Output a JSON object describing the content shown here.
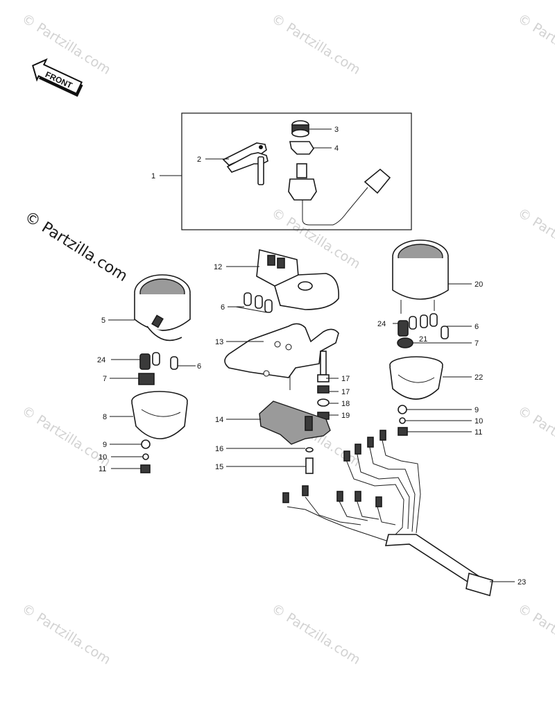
{
  "front_label": "FRONT",
  "watermark_main": "© Partzilla.com",
  "watermark_repeat": "© Partzilla.com",
  "callouts": {
    "c1": "1",
    "c2": "2",
    "c3": "3",
    "c4": "4",
    "c5": "5",
    "c6a": "6",
    "c6b": "6",
    "c6c": "6",
    "c7a": "7",
    "c7b": "7",
    "c8": "8",
    "c9a": "9",
    "c9b": "9",
    "c10a": "10",
    "c10b": "10",
    "c11a": "11",
    "c11b": "11",
    "c12": "12",
    "c13": "13",
    "c14": "14",
    "c15": "15",
    "c16": "16",
    "c17a": "17",
    "c17b": "17",
    "c18": "18",
    "c19": "19",
    "c20": "20",
    "c21": "21",
    "c22": "22",
    "c23": "23",
    "c24a": "24",
    "c24b": "24"
  }
}
